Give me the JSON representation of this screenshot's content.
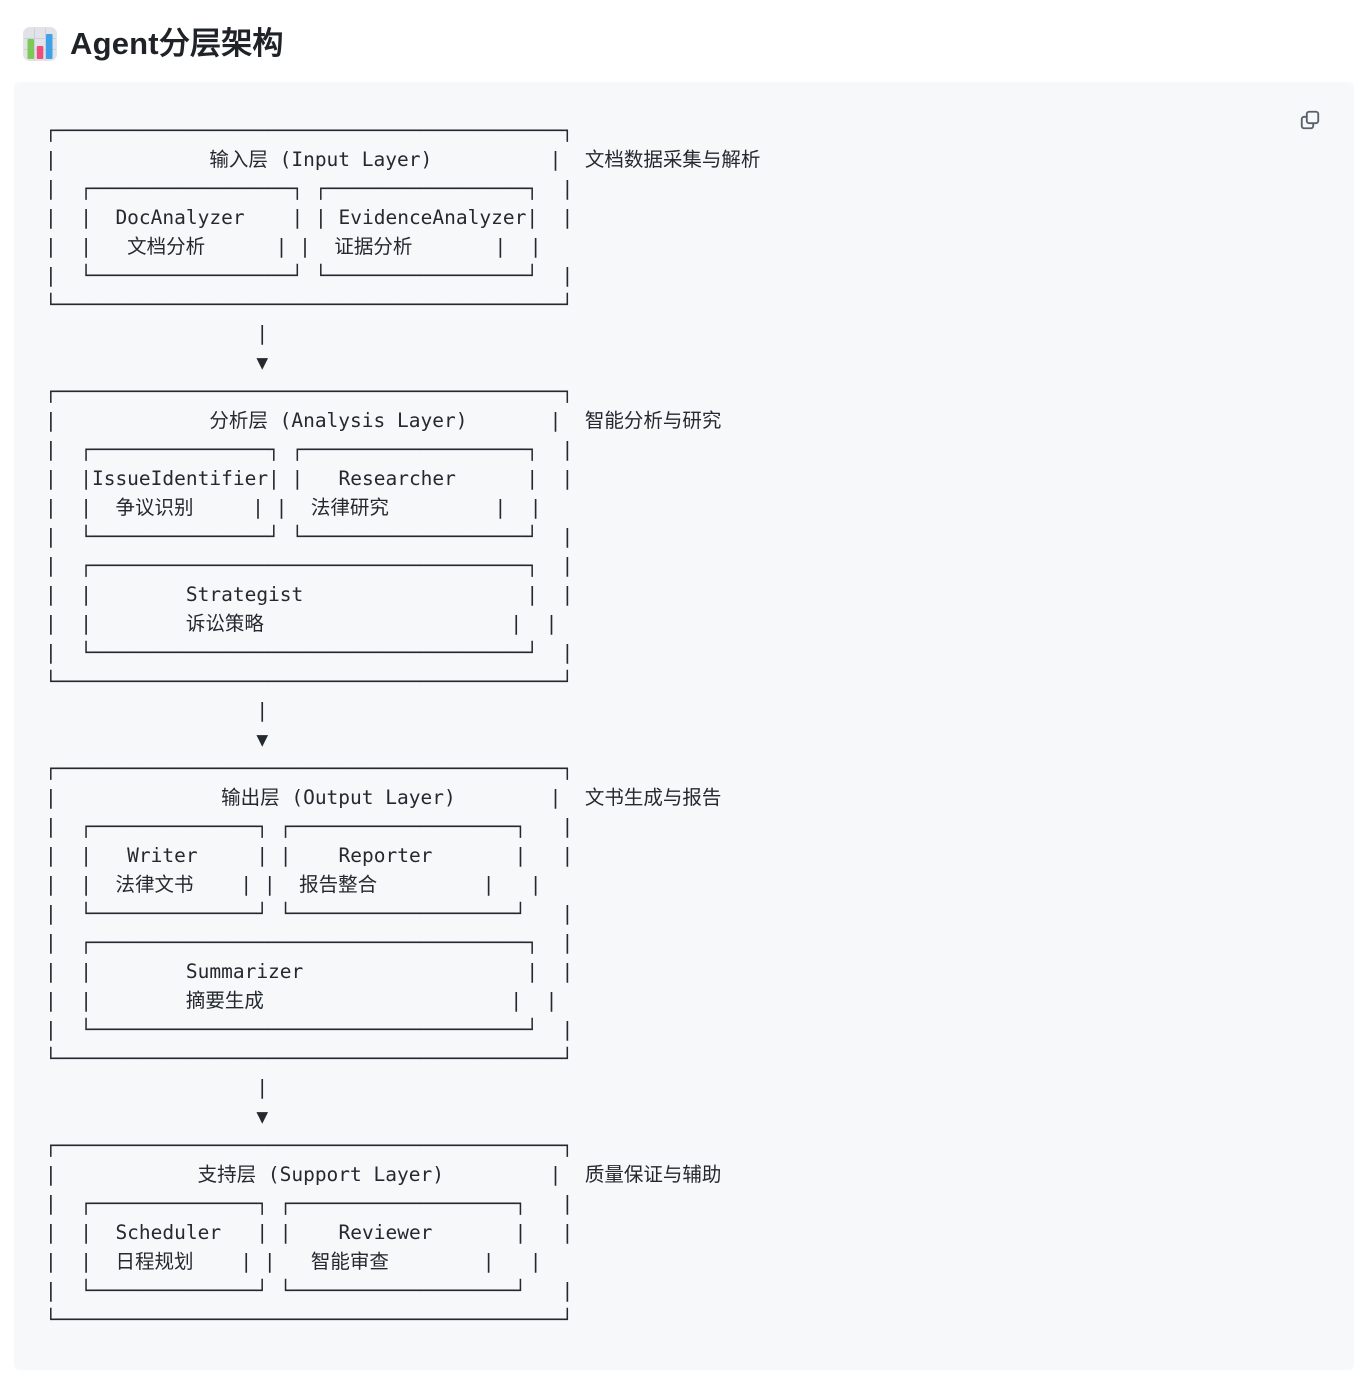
{
  "header": {
    "title": "Agent分层架构",
    "icon": "bar-chart-emoji"
  },
  "code_panel": {
    "copy_icon": "copy"
  },
  "colors": {
    "panel_bg": "#f6f8fa",
    "diagram_text": "#24292f",
    "heading_text": "#1f2328",
    "copy_icon_color": "#57606a",
    "emoji_bar_green": "#7cc956",
    "emoji_bar_pink": "#ec4f7d",
    "emoji_bar_blue": "#3da2e8"
  },
  "diagram": {
    "arrow_glyph": "▼",
    "layers": [
      {
        "title": "输入层 (Input Layer)",
        "description": "文档数据采集与解析",
        "agents": [
          {
            "name": "DocAnalyzer",
            "label": "文档分析"
          },
          {
            "name": "EvidenceAnalyzer",
            "label": "证据分析"
          }
        ]
      },
      {
        "title": "分析层 (Analysis Layer)",
        "description": "智能分析与研究",
        "agents": [
          {
            "name": "IssueIdentifier",
            "label": "争议识别"
          },
          {
            "name": "Researcher",
            "label": "法律研究"
          },
          {
            "name": "Strategist",
            "label": "诉讼策略"
          }
        ]
      },
      {
        "title": "输出层 (Output Layer)",
        "description": "文书生成与报告",
        "agents": [
          {
            "name": "Writer",
            "label": "法律文书"
          },
          {
            "name": "Reporter",
            "label": "报告整合"
          },
          {
            "name": "Summarizer",
            "label": "摘要生成"
          }
        ]
      },
      {
        "title": "支持层 (Support Layer)",
        "description": "质量保证与辅助",
        "agents": [
          {
            "name": "Scheduler",
            "label": "日程规划"
          },
          {
            "name": "Reviewer",
            "label": "智能审查"
          }
        ]
      }
    ],
    "ascii": "┌───────────────────────────────────────────┐\n|             输入层 (Input Layer)          |  文档数据采集与解析\n|  ┌─────────────────┐ ┌─────────────────┐  |\n|  |  DocAnalyzer    | | EvidenceAnalyzer|  |\n|  |   文档分析      | |  证据分析       |  |\n|  └─────────────────┘ └─────────────────┘  |\n└───────────────────────────────────────────┘\n                  |\n                  ▼\n┌───────────────────────────────────────────┐\n|             分析层 (Analysis Layer)       |  智能分析与研究\n|  ┌───────────────┐ ┌───────────────────┐  |\n|  |IssueIdentifier| |   Researcher      |  |\n|  |  争议识别     | |  法律研究         |  |\n|  └───────────────┘ └───────────────────┘  |\n|  ┌─────────────────────────────────────┐  |\n|  |        Strategist                   |  |\n|  |        诉讼策略                     |  |\n|  └─────────────────────────────────────┘  |\n└───────────────────────────────────────────┘\n                  |\n                  ▼\n┌───────────────────────────────────────────┐\n|              输出层 (Output Layer)        |  文书生成与报告\n|  ┌──────────────┐ ┌───────────────────┐   |\n|  |   Writer     | |    Reporter       |   |\n|  |  法律文书    | |  报告整合         |   |\n|  └──────────────┘ └───────────────────┘   |\n|  ┌─────────────────────────────────────┐  |\n|  |        Summarizer                   |  |\n|  |        摘要生成                     |  |\n|  └─────────────────────────────────────┘  |\n└───────────────────────────────────────────┘\n                  |\n                  ▼\n┌───────────────────────────────────────────┐\n|            支持层 (Support Layer)         |  质量保证与辅助\n|  ┌──────────────┐ ┌───────────────────┐   |\n|  |  Scheduler   | |    Reviewer       |   |\n|  |  日程规划    | |   智能审查        |   |\n|  └──────────────┘ └───────────────────┘   |\n└───────────────────────────────────────────┘"
  }
}
